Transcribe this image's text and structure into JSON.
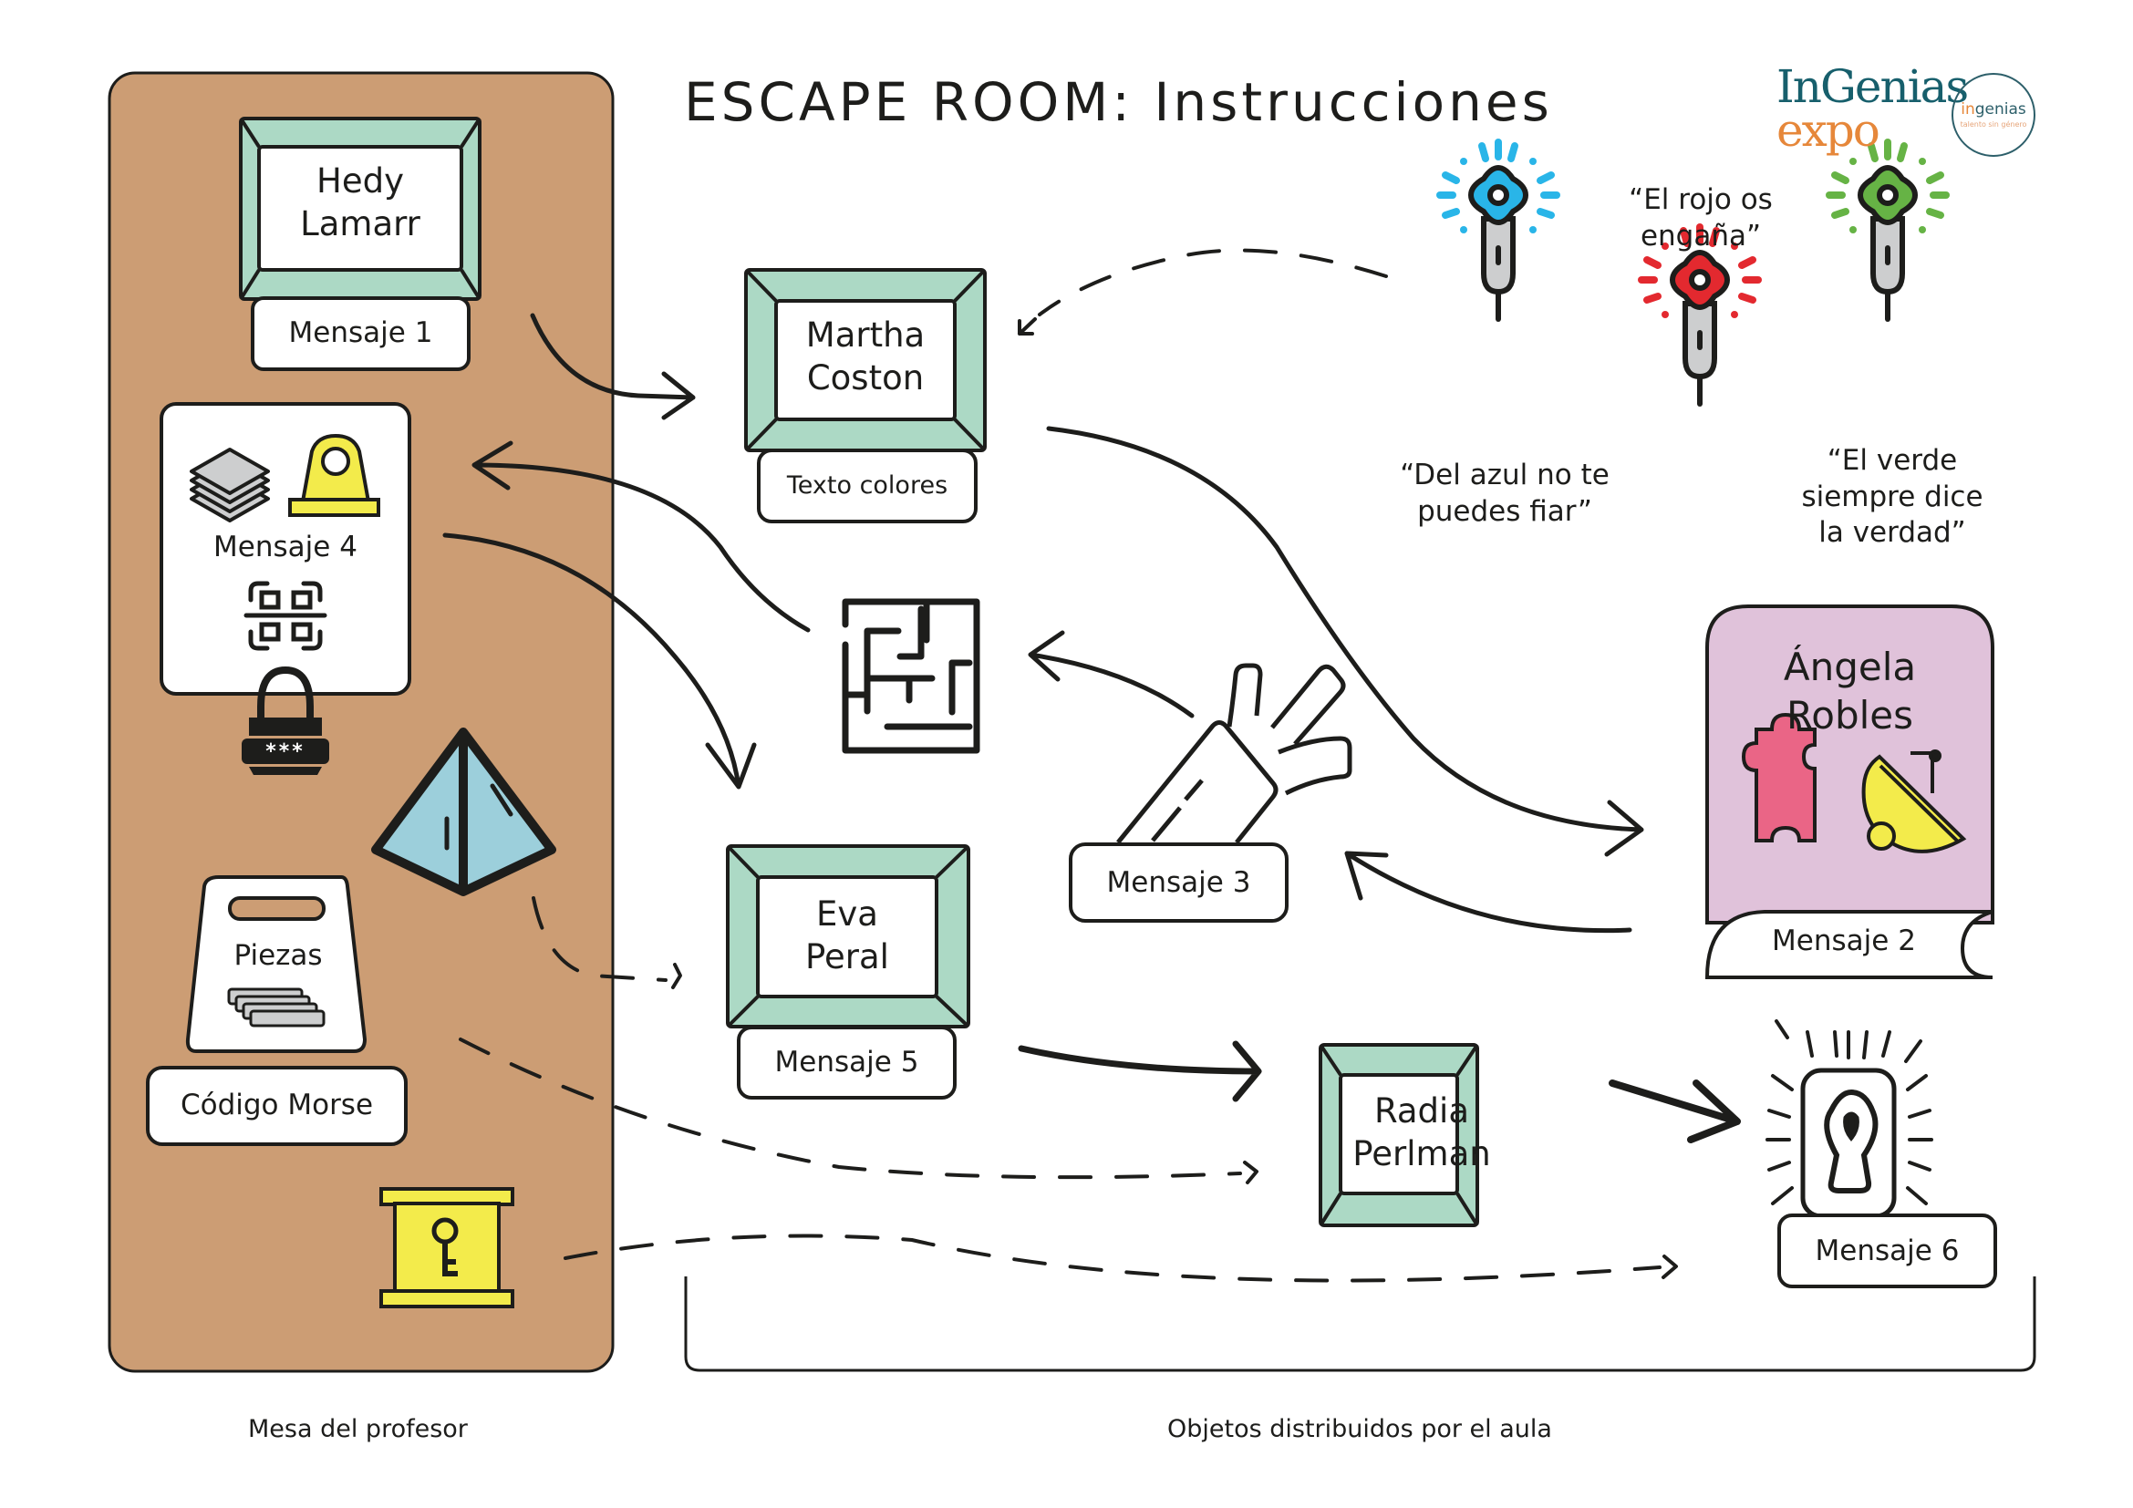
{
  "header": {
    "title": "ESCAPE ROOM: Instrucciones",
    "logo_primary": {
      "line1": "InGenias",
      "line2": "expo"
    },
    "logo_secondary": {
      "prefix": "in",
      "word": "genias",
      "tagline": "talento sin género"
    }
  },
  "colors": {
    "desk": "#cc9d74",
    "frame": "#acd9c5",
    "book": "#e0c2da",
    "yellow": "#f3eb4b",
    "pyramid": "#9ccfdb",
    "puzzle": "#ea6586",
    "grey": "#cdcecf",
    "ink": "#1d1d1b",
    "blue_light": "#29b5e8",
    "red_light": "#e3292f",
    "green_light": "#66b345"
  },
  "teacher_desk": {
    "caption": "Mesa del profesor",
    "hedy": {
      "name_line1": "Hedy",
      "name_line2": "Lamarr",
      "message": "Mensaje 1"
    },
    "message4": {
      "label": "Mensaje 4",
      "lock_code": "***"
    },
    "pieces": {
      "label": "Piezas"
    },
    "morse": {
      "label": "Código Morse"
    }
  },
  "classroom": {
    "caption": "Objetos distribuidos por el aula",
    "martha": {
      "name_line1": "Martha",
      "name_line2": "Coston",
      "message": "Texto colores"
    },
    "eva": {
      "name_line1": "Eva",
      "name_line2": "Peral",
      "message": "Mensaje 5"
    },
    "radia": {
      "name_line1": "Radia",
      "name_line2": "Perlman"
    },
    "message3": {
      "label": "Mensaje 3"
    },
    "angela": {
      "name_line1": "Ángela",
      "name_line2": "Robles",
      "message": "Mensaje 2"
    },
    "message6": {
      "label": "Mensaje 6"
    },
    "lights": [
      {
        "color": "blue",
        "quote_line1": "“Del azul no te",
        "quote_line2": "puedes fiar”"
      },
      {
        "color": "red",
        "quote_line1": "“El rojo os",
        "quote_line2": "engaña”"
      },
      {
        "color": "green",
        "quote_line1": "“El verde",
        "quote_line2": "siempre dice",
        "quote_line3": "la verdad”"
      }
    ]
  }
}
